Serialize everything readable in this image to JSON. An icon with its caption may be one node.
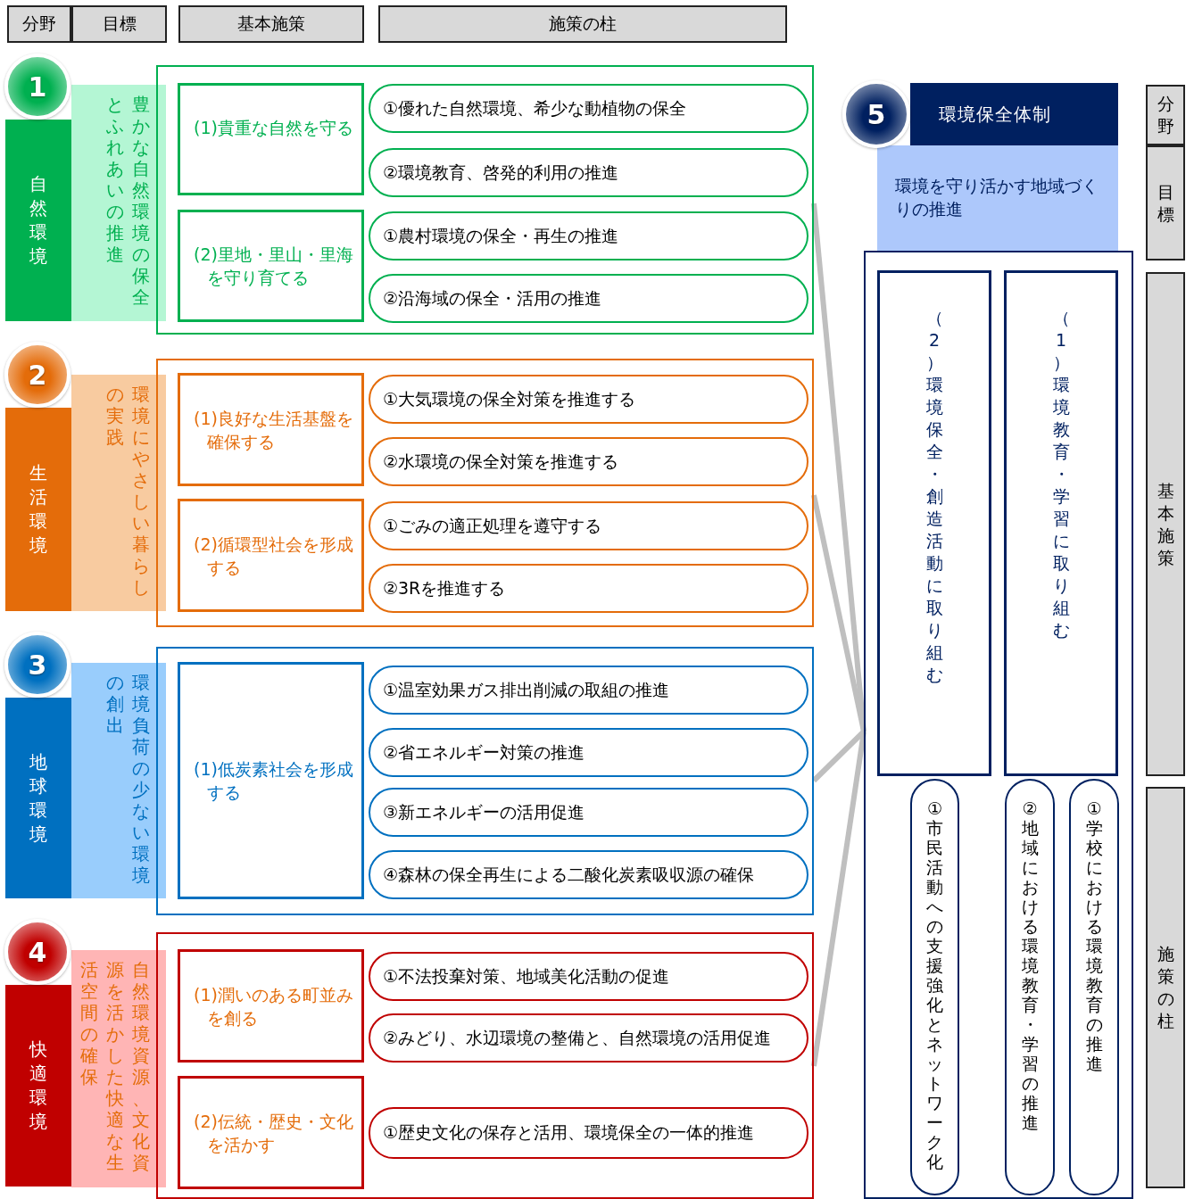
{
  "diagram": {
    "nodes": [
      {
        "text": [
          "分野"
        ]
      },
      {
        "text": [
          "目標"
        ]
      },
      {
        "text": [
          "基本施策"
        ]
      },
      {
        "text": [
          "施策の柱"
        ]
      },
      {
        "text": [
          "1"
        ]
      },
      {
        "text": [
          "自然環境"
        ]
      },
      {
        "text": [
          "豊かな自然環境の保全とふれあいの推進"
        ]
      },
      {
        "text": [],
        "shape": "box"
      },
      {
        "text": [
          "(1)貴重な自然を守る"
        ],
        "in": 7
      },
      {
        "text": [
          "①優れた自然環境、希少な動植物の保全"
        ],
        "in": 7
      },
      {
        "text": [
          "②環境教育、啓発的利用の推進"
        ],
        "in": 7
      },
      {
        "text": [
          "(2)里地・里山・里海を守り育てる"
        ],
        "in": 7
      },
      {
        "text": [
          "①農村環境の保全・再生の推進"
        ],
        "in": 7
      },
      {
        "text": [
          "②沿海域の保全・活用の推進"
        ],
        "in": 7
      },
      {
        "text": [
          "2"
        ]
      },
      {
        "text": [
          "生活環境"
        ]
      },
      {
        "text": [
          "環境にやさしい暮らしの実践"
        ]
      },
      {
        "text": [],
        "shape": "box"
      },
      {
        "text": [
          "(1)良好な生活基盤を確保する"
        ],
        "in": 17
      },
      {
        "text": [
          "①大気環境の保全対策を推進する"
        ],
        "in": 17
      },
      {
        "text": [
          "②水環境の保全対策を推進する"
        ],
        "in": 17
      },
      {
        "text": [
          "(2)循環型社会を形成する"
        ],
        "in": 17
      },
      {
        "text": [
          "①ごみの適正処理を遵守する"
        ],
        "in": 17
      },
      {
        "text": [
          "②3Rを推進する"
        ],
        "in": 17
      },
      {
        "text": [
          "3"
        ]
      },
      {
        "text": [
          "地球環境"
        ]
      },
      {
        "text": [
          "環境負荷の少ない環境の創出"
        ]
      },
      {
        "text": [],
        "shape": "box"
      },
      {
        "text": [
          "(1)低炭素社会を形成する"
        ],
        "in": 27
      },
      {
        "text": [
          "①温室効果ガス排出削減の取組の推進"
        ],
        "in": 27
      },
      {
        "text": [
          "②省エネルギー対策の推進"
        ],
        "in": 27
      },
      {
        "text": [
          "③新エネルギーの活用促進"
        ],
        "in": 27
      },
      {
        "text": [
          "④森林の保全再生による二酸化炭素吸収源の確保"
        ],
        "in": 27
      },
      {
        "text": [
          "4"
        ]
      },
      {
        "text": [
          "快適環境"
        ]
      },
      {
        "text": [
          "自然環境資源、文化資源を活かした快適な生活空間の確保"
        ]
      },
      {
        "text": [],
        "shape": "box"
      },
      {
        "text": [
          "(1)潤いのある町並みを創る"
        ],
        "in": 36
      },
      {
        "text": [
          "①不法投棄対策、地域美化活動の促進"
        ],
        "in": 36
      },
      {
        "text": [
          "②みどり、水辺環境の整備と、自然環境の活用促進"
        ],
        "in": 36
      },
      {
        "text": [
          "(2)伝統・歴史・文化を活かす"
        ],
        "in": 36
      },
      {
        "text": [
          "①歴史文化の保存と活用、環境保全の一体的推進"
        ],
        "in": 36
      },
      {
        "text": [
          "5"
        ]
      },
      {
        "text": [
          "環境保全体制"
        ]
      },
      {
        "text": [
          "環境を守り活かす地域づくりの推進"
        ]
      },
      {
        "text": [],
        "shape": "box"
      },
      {
        "text": [
          "（2）環境保全・創造活動に取り組む"
        ],
        "in": 45
      },
      {
        "text": [
          "（1）環境教育・学習に取り組む"
        ],
        "in": 45
      },
      {
        "text": [
          "①市民活動への支援強化とネットワーク化"
        ],
        "in": 45
      },
      {
        "text": [
          "②地域における環境教育・学習の推進"
        ],
        "in": 45
      },
      {
        "text": [
          "①学校における環境教育の推進"
        ],
        "in": 45
      },
      {
        "text": [
          "分野"
        ]
      },
      {
        "text": [
          "目標"
        ]
      },
      {
        "text": [
          "基本施策"
        ]
      },
      {
        "text": [
          "施策の柱"
        ]
      }
    ],
    "edges": [
      {
        "from": 7,
        "to": 45,
        "arrow": "none"
      },
      {
        "from": 17,
        "to": 45,
        "arrow": "none"
      },
      {
        "from": 27,
        "to": 45,
        "arrow": "none"
      },
      {
        "from": 36,
        "to": 45,
        "arrow": "none"
      }
    ]
  }
}
